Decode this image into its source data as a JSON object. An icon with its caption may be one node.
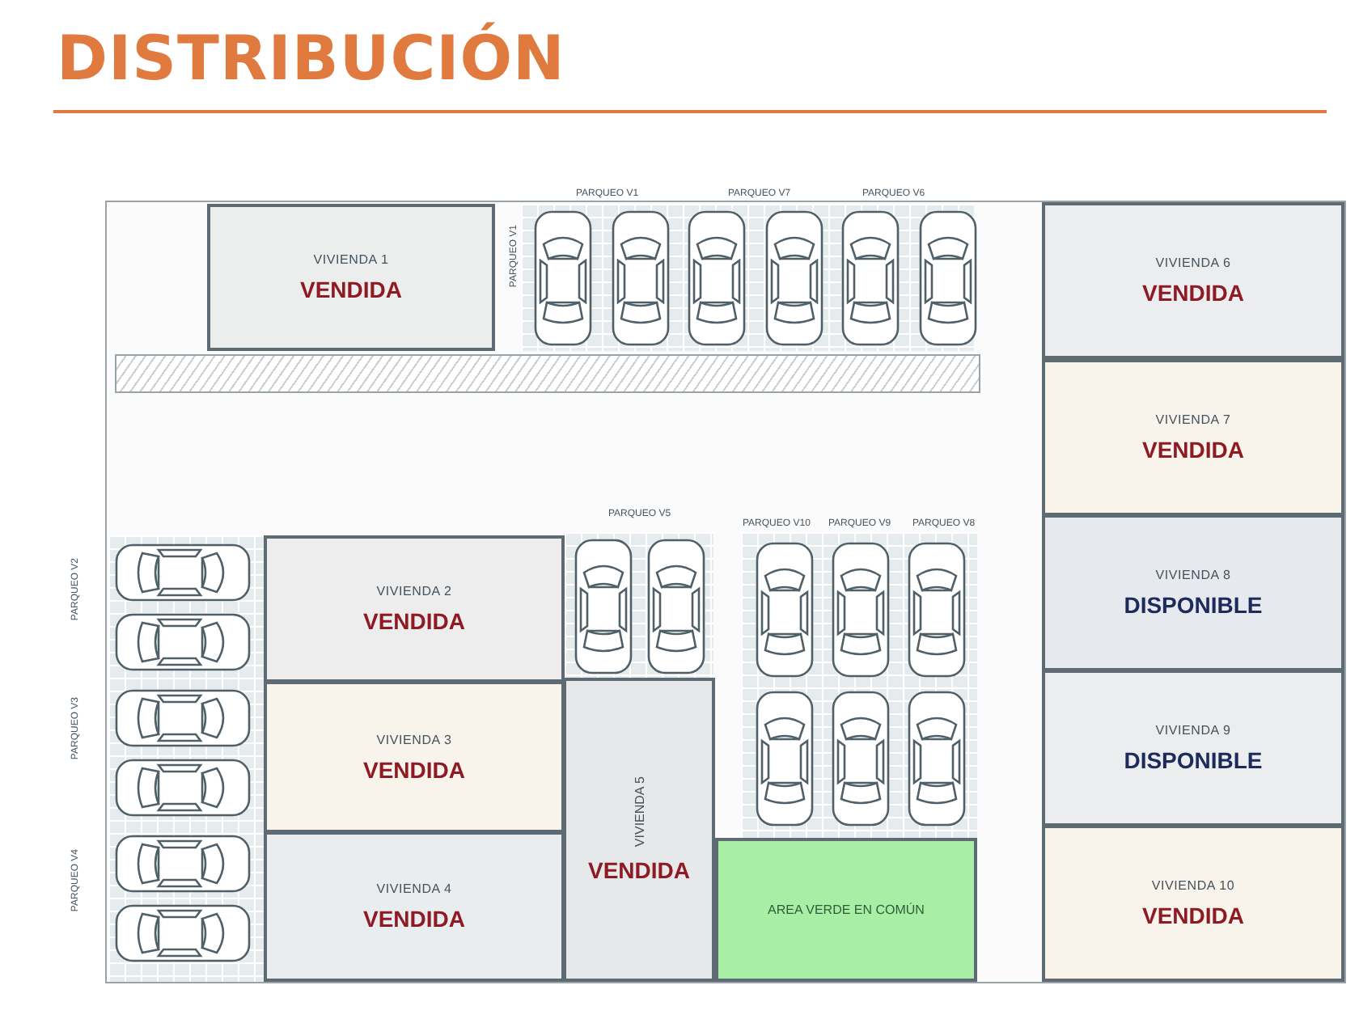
{
  "diagram": {
    "title": "DISTRIBUCIÓN",
    "nodes": [
      {
        "text": [
          "VIVIENDA 1",
          "VENDIDA"
        ]
      },
      {
        "text": [
          "VIVIENDA 6",
          "VENDIDA"
        ]
      },
      {
        "text": [
          "VIVIENDA 7",
          "VENDIDA"
        ]
      },
      {
        "text": [
          "VIVIENDA 2",
          "VENDIDA"
        ]
      },
      {
        "text": [
          "VIVIENDA 8",
          "DISPONIBLE"
        ]
      },
      {
        "text": [
          "VIVIENDA 3",
          "VENDIDA"
        ]
      },
      {
        "text": [
          "VIVIENDA 9",
          "DISPONIBLE"
        ]
      },
      {
        "text": [
          "VIVIENDA 5",
          "VENDIDA"
        ]
      },
      {
        "text": [
          "AREA VERDE EN COMÚN"
        ]
      },
      {
        "text": [
          "VIVIENDA 4",
          "VENDIDA"
        ]
      },
      {
        "text": [
          "VIVIENDA 10",
          "VENDIDA"
        ]
      },
      {
        "text": [],
        "shape": "bar"
      }
    ],
    "labels": [
      "PARQUEO V1",
      "PARQUEO V7",
      "PARQUEO V6",
      "PARQUEO V1",
      "PARQUEO V5",
      "PARQUEO V10",
      "PARQUEO V9",
      "PARQUEO V8",
      "PARQUEO V2",
      "PARQUEO V3",
      "PARQUEO V4"
    ]
  }
}
